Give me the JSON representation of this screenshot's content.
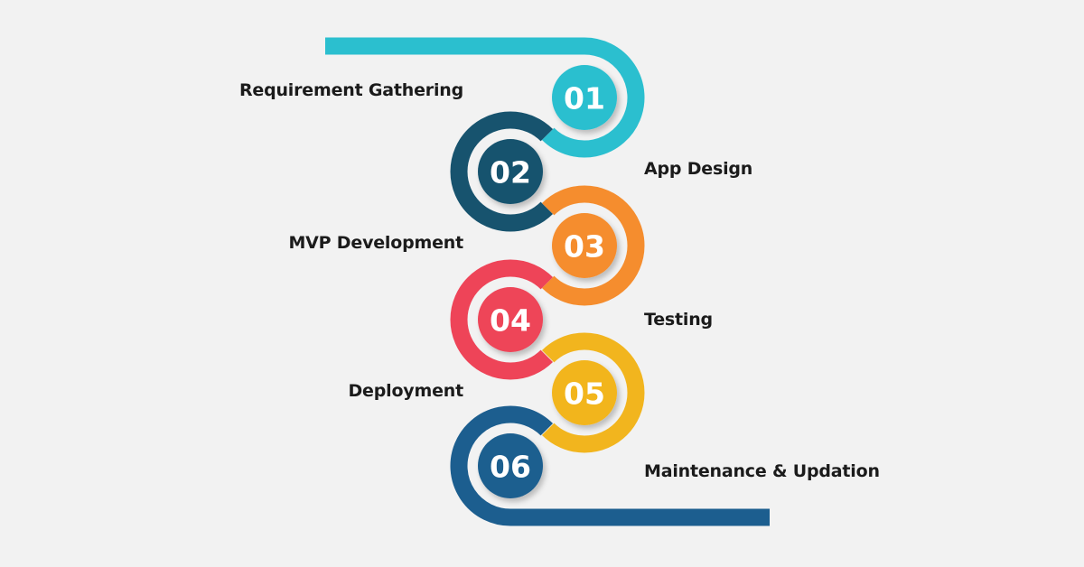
{
  "steps": [
    {
      "number": "01",
      "label": "Requirement Gathering",
      "color": "#2bbfcf"
    },
    {
      "number": "02",
      "label": "App Design",
      "color": "#17536e"
    },
    {
      "number": "03",
      "label": "MVP Development",
      "color": "#f58d2e"
    },
    {
      "number": "04",
      "label": "Testing",
      "color": "#ee4458"
    },
    {
      "number": "05",
      "label": "Deployment",
      "color": "#f2b51e"
    },
    {
      "number": "06",
      "label": "Maintenance & Updation",
      "color": "#1c5e8f"
    }
  ]
}
